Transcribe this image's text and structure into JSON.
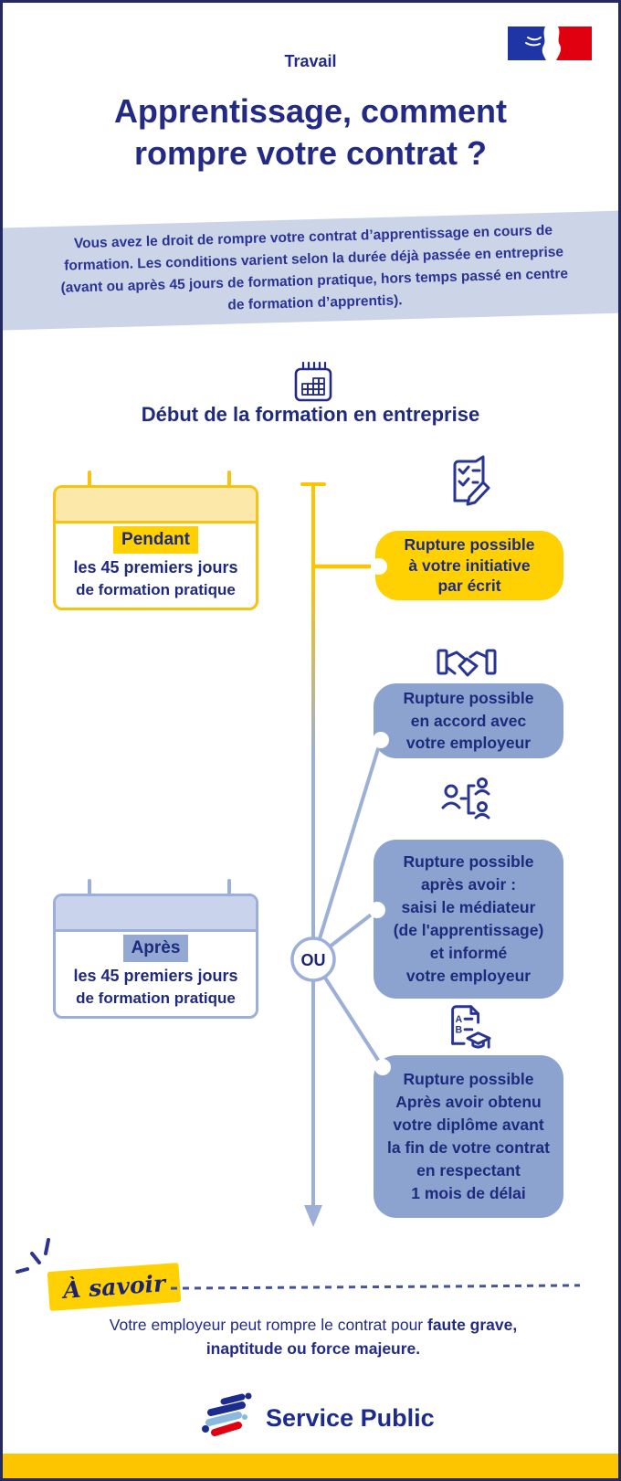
{
  "header": {
    "category": "Travail",
    "title_line1": "Apprentissage, comment",
    "title_line2": "rompre votre contrat ?"
  },
  "intro": {
    "text": "Vous avez le droit de rompre votre contrat d’apprentissage en cours de formation. Les conditions varient selon la durée déjà passée en entreprise (avant ou après 45 jours de formation pratique, hors temps passé en centre de formation d’apprentis)."
  },
  "timeline": {
    "start_label": "Début de la formation en entreprise",
    "start_icon": "calendar-icon",
    "or_label": "OU"
  },
  "periods": [
    {
      "theme": "yellow",
      "highlight": "Pendant",
      "line1": "les 45 premiers jours",
      "line2": "de formation pratique"
    },
    {
      "theme": "blue",
      "highlight": "Après",
      "line1": "les 45 premiers jours",
      "line2": "de formation pratique"
    }
  ],
  "options": [
    {
      "icon": "document-check-pencil-icon",
      "theme": "yellow",
      "lines": [
        "Rupture possible",
        "à votre initiative",
        "par écrit"
      ]
    },
    {
      "icon": "handshake-icon",
      "theme": "blue",
      "lines": [
        "Rupture possible",
        "en accord avec",
        "votre employeur"
      ]
    },
    {
      "icon": "mediator-icon",
      "theme": "blue",
      "lines": [
        "Rupture possible",
        "après avoir :",
        "saisi le médiateur",
        "(de l'apprentissage)",
        "et informé",
        "votre employeur"
      ]
    },
    {
      "icon": "diploma-icon",
      "theme": "blue",
      "lines": [
        "Rupture possible",
        "Après avoir obtenu",
        "votre diplôme avant",
        "la fin de votre contrat",
        "en respectant",
        "1 mois de délai"
      ]
    }
  ],
  "note": {
    "tag": "À savoir",
    "text_regular": "Votre employeur peut rompre le contrat pour ",
    "text_bold": "faute grave, inaptitude ou force majeure",
    "text_suffix": "."
  },
  "footer": {
    "brand": "Service Public"
  },
  "icons": {
    "diploma_a": "A",
    "diploma_b": "B"
  },
  "colors": {
    "navy": "#232a85",
    "yellow": "#ffd103",
    "gold_border": "#f6c40e",
    "footer_yellow": "#fdc400",
    "blue_bubble": "#8ca3d0",
    "intro_band": "#ccd4e8",
    "timeline_blue": "#9bafd9",
    "flag_blue": "#1f35a5",
    "flag_red": "#e1000f",
    "logo_light_blue": "#8ab9e0",
    "logo_red": "#e1000f"
  }
}
